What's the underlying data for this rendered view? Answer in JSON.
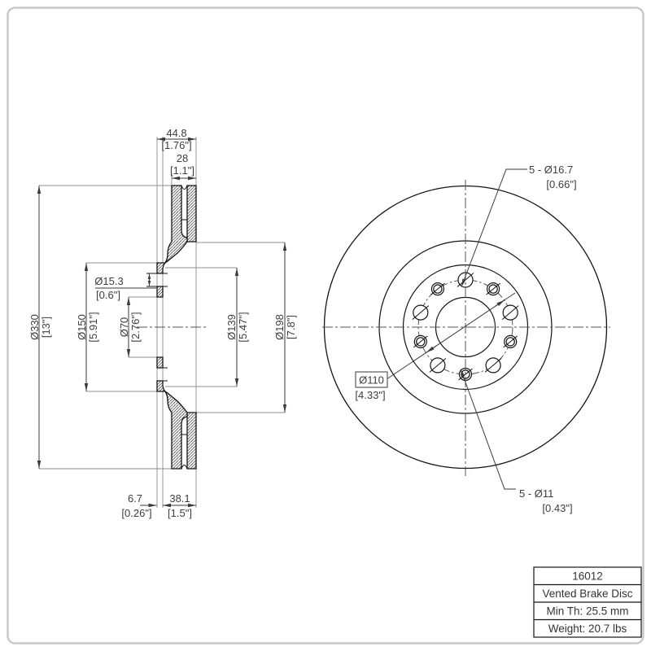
{
  "title_block": {
    "part_number": "16012",
    "description": "Vented Brake Disc",
    "min_thickness": "Min Th: 25.5 mm",
    "weight": "Weight: 20.7 lbs"
  },
  "section_view": {
    "overall_width": {
      "mm": "44.8",
      "in": "[1.76\"]"
    },
    "band_width": {
      "mm": "28",
      "in": "[1.1\"]"
    },
    "outer_diameter": {
      "mm": "Ø330",
      "in": "[13\"]"
    },
    "flange_diameter": {
      "mm": "Ø150",
      "in": "[5.91\"]"
    },
    "bolt_hole_diameter": {
      "mm": "Ø15.3",
      "in": "[0.6\"]"
    },
    "center_bore": {
      "mm": "Ø70",
      "in": "[2.76\"]"
    },
    "hat_inner_diameter": {
      "mm": "Ø139",
      "in": "[5.47\"]"
    },
    "band_inner_diameter": {
      "mm": "Ø198",
      "in": "[7.8\"]"
    },
    "flange_thickness": {
      "mm": "6.7",
      "in": "[0.26\"]"
    },
    "hat_depth": {
      "mm": "38.1",
      "in": "[1.5\"]"
    }
  },
  "front_view": {
    "lug_holes": {
      "mm": "5 - Ø16.7",
      "in": "[0.66\"]"
    },
    "bolt_circle": {
      "mm": "Ø110",
      "in": "[4.33\"]"
    },
    "small_holes": {
      "mm": "5 - Ø11",
      "in": "[0.43\"]"
    }
  }
}
